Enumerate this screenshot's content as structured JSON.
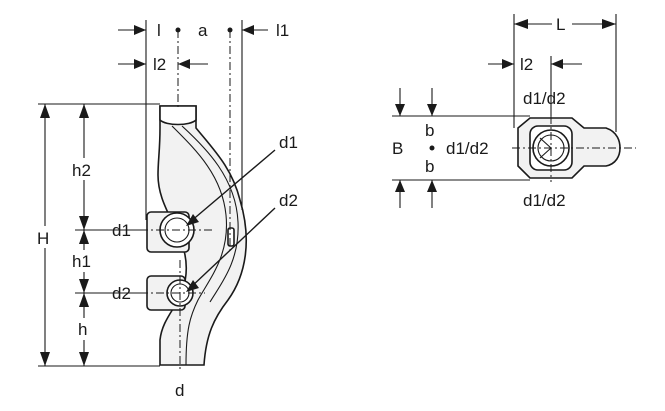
{
  "left_view": {
    "labels": {
      "l": "l",
      "a": "a",
      "l1": "l1",
      "l2": "l2",
      "H": "H",
      "h2": "h2",
      "d1_side": "d1",
      "h1": "h1",
      "d2_side": "d2",
      "h": "h",
      "d1_callout": "d1",
      "d2_callout": "d2",
      "d": "d"
    }
  },
  "right_view": {
    "labels": {
      "L": "L",
      "l2": "l2",
      "d1d2_top": "d1/d2",
      "B": "B",
      "b_upper": "b",
      "d1d2_mid": "d1/d2",
      "b_lower": "b",
      "d1d2_bottom": "d1/d2"
    }
  },
  "colors": {
    "line": "#1a1a1a",
    "fill": "#f2f2f2",
    "background": "#ffffff"
  }
}
